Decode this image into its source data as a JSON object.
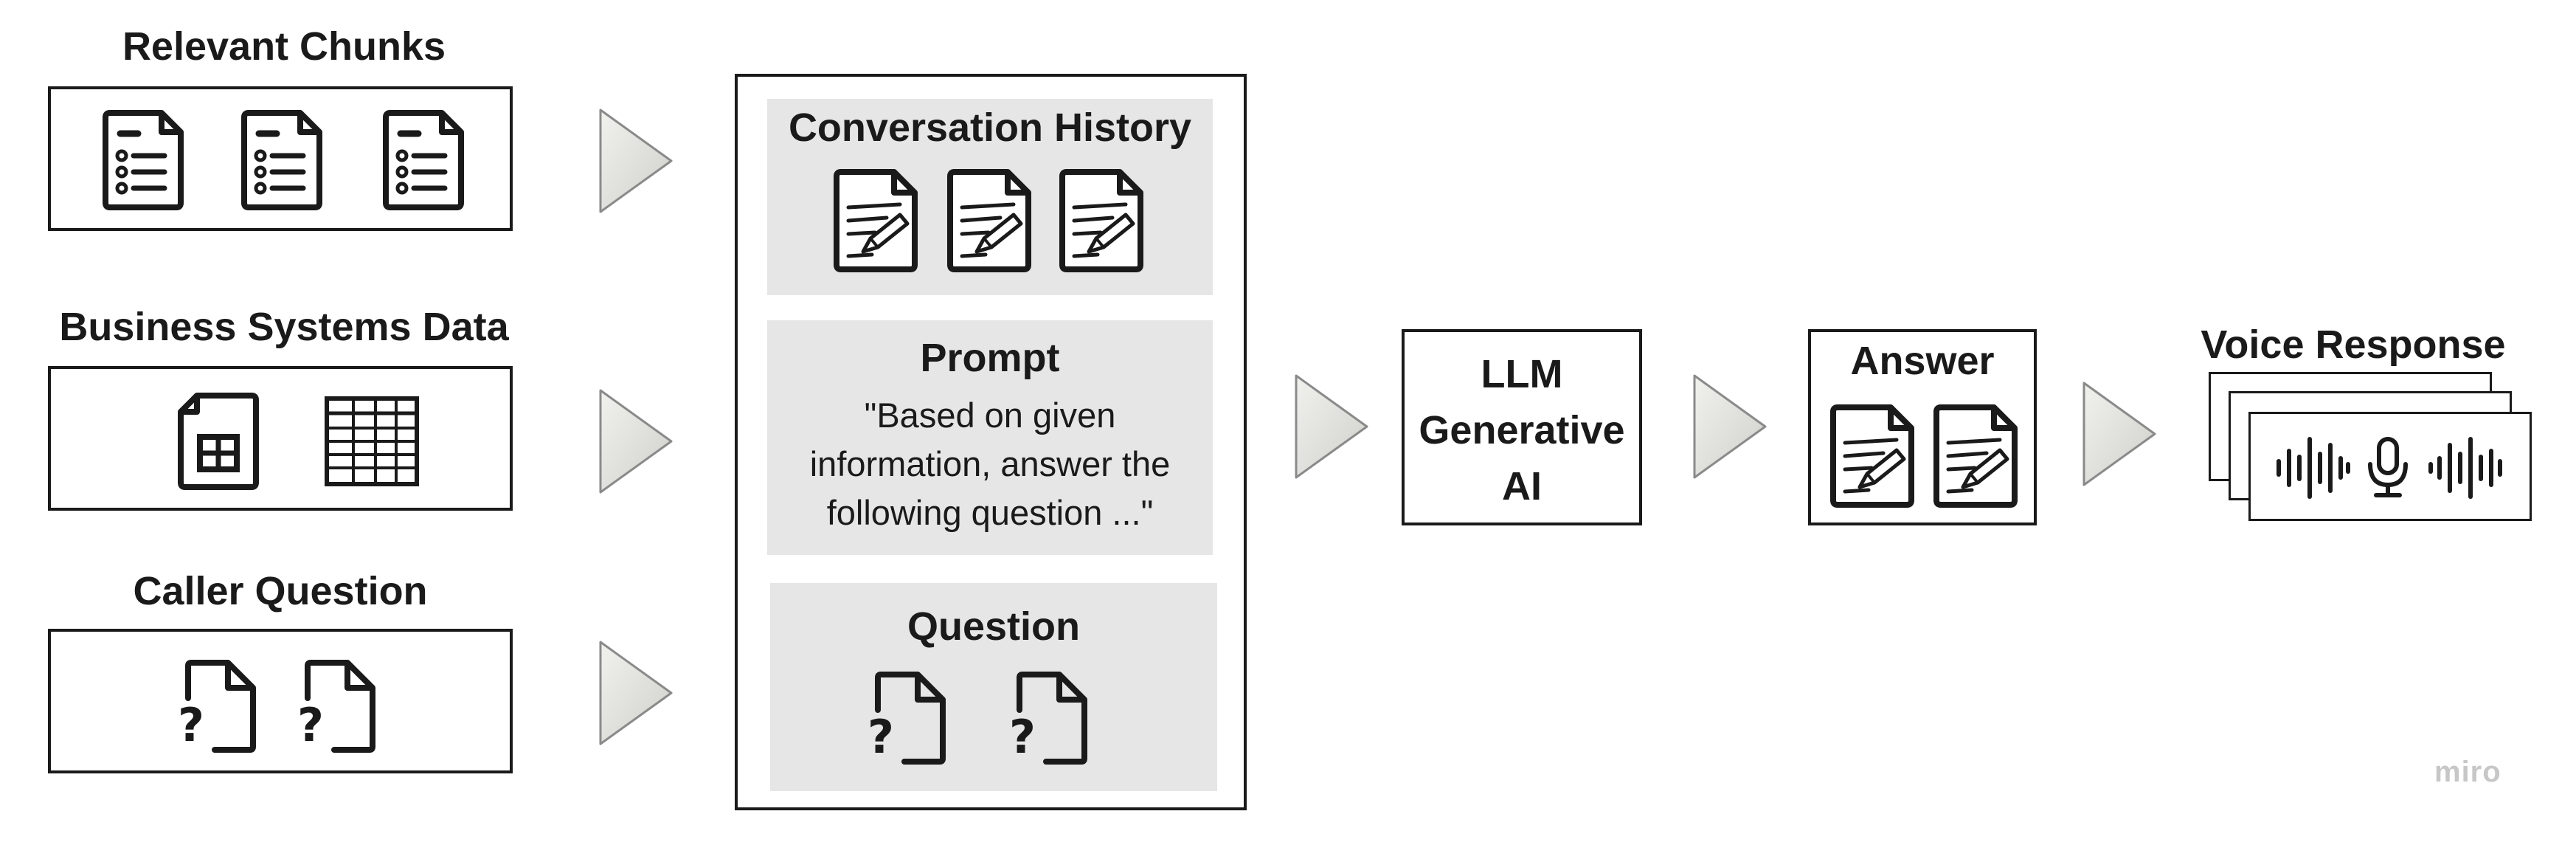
{
  "inputs": {
    "relevant_chunks": {
      "label": "Relevant Chunks",
      "icons": [
        "document-list-icon",
        "document-list-icon",
        "document-list-icon"
      ]
    },
    "business_systems_data": {
      "label": "Business Systems Data",
      "icons": [
        "spreadsheet-file-icon",
        "table-grid-icon"
      ]
    },
    "caller_question": {
      "label": "Caller Question",
      "icons": [
        "question-document-icon",
        "question-document-icon"
      ]
    }
  },
  "context_box": {
    "conversation_history": {
      "title": "Conversation History",
      "icons": [
        "edit-document-icon",
        "edit-document-icon",
        "edit-document-icon"
      ]
    },
    "prompt": {
      "title": "Prompt",
      "text_lines": [
        "\"Based on given",
        "information, answer the",
        "following question ...\""
      ]
    },
    "question": {
      "title": "Question",
      "icons": [
        "question-document-icon",
        "question-document-icon"
      ]
    }
  },
  "llm": {
    "lines": [
      "LLM",
      "Generative",
      "AI"
    ]
  },
  "answer": {
    "label": "Answer",
    "icons": [
      "edit-document-icon",
      "edit-document-icon"
    ]
  },
  "voice_response": {
    "label": "Voice Response",
    "icons": [
      "sound-wave-icon",
      "microphone-icon",
      "sound-wave-icon"
    ]
  },
  "watermark": {
    "text": "miro"
  },
  "colors": {
    "arrow_fill": "#e3e3df",
    "arrow_stroke": "#8a8a8a",
    "panel": "#e6e6e6",
    "ink": "#1a1a1a"
  }
}
